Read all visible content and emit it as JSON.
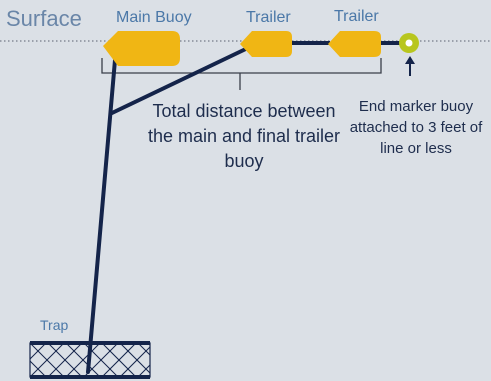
{
  "labels": {
    "surface": "Surface",
    "main_buoy": "Main Buoy",
    "trailer_1": "Trailer",
    "trailer_2": "Trailer",
    "total_distance": "Total distance between the main and final trailer buoy",
    "end_marker": "End marker buoy attached to 3 feet of line or less",
    "trap": "Trap"
  },
  "colors": {
    "background": "#dbe0e6",
    "buoy_fill": "#f0b614",
    "end_marker_fill": "#b8c61e",
    "line": "#14244a",
    "label_blue": "#4b78a8",
    "surface_blue": "#6a86a8",
    "body_text": "#1e2d4d",
    "bracket": "#3a3f4a",
    "surface_line": "#5a6070"
  }
}
